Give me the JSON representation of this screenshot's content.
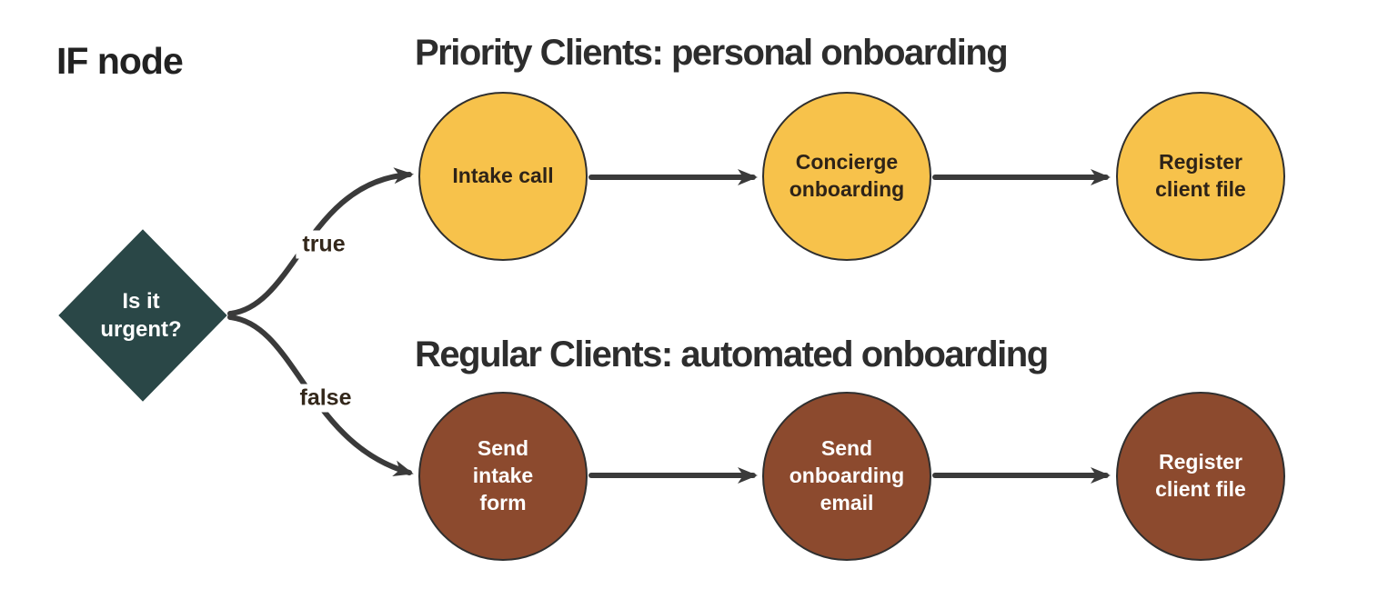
{
  "title": "IF node",
  "decision": {
    "label": "Is it\nurgent?"
  },
  "branches": {
    "true_label": "true",
    "false_label": "false"
  },
  "flows": [
    {
      "heading": "Priority Clients: personal onboarding",
      "nodes": [
        {
          "label": "Intake call"
        },
        {
          "label": "Concierge\nonboarding"
        },
        {
          "label": "Register\nclient file"
        }
      ]
    },
    {
      "heading": "Regular Clients: automated onboarding",
      "nodes": [
        {
          "label": "Send\nintake\nform"
        },
        {
          "label": "Send\nonboarding\nemail"
        },
        {
          "label": "Register\nclient file"
        }
      ]
    }
  ],
  "colors": {
    "page_bg": "#ffffff",
    "heading_text": "#2d2d2d",
    "title_text": "#222222",
    "decision_node": "#2a4747",
    "decision_text": "#ffffff",
    "priority_node": "#f7c24b",
    "priority_text": "#2e2318",
    "regular_node": "#8c4a2e",
    "regular_text": "#ffffff",
    "connector": "#3a3a3a",
    "node_border": "#2f2f2f",
    "branch_label_text": "#33271a"
  }
}
